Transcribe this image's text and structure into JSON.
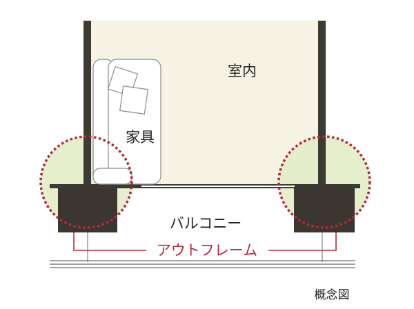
{
  "labels": {
    "room": "室内",
    "furniture": "家具",
    "balcony": "バルコニー",
    "outframe": "アウトフレーム",
    "caption": "概念図"
  },
  "colors": {
    "room_fill": "#f6f3e4",
    "wall": "#3d3a34",
    "column": "#3b3630",
    "highlight_circle": "#b5283a",
    "circle_fill": "#e3edc6",
    "outframe": "#b5283a",
    "text": "#222222",
    "furniture_line": "#8a8a8a"
  }
}
